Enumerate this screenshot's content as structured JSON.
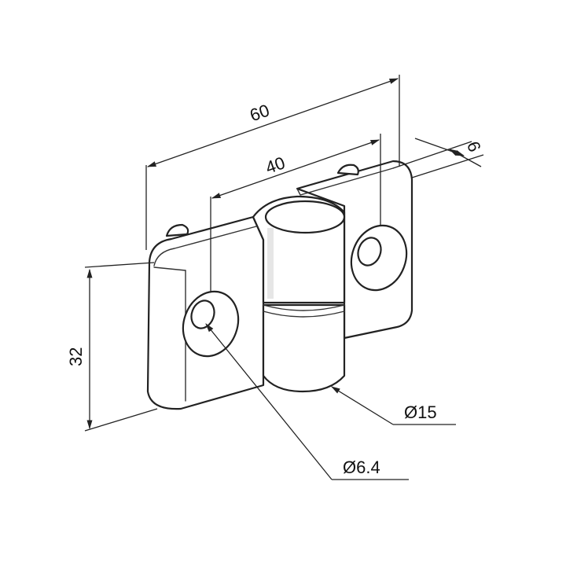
{
  "dimensions": {
    "overall_width": "60",
    "hole_spacing": "40",
    "thickness": "6",
    "height": "32",
    "pin_diameter": "Ø15",
    "hole_diameter": "Ø6.4"
  }
}
